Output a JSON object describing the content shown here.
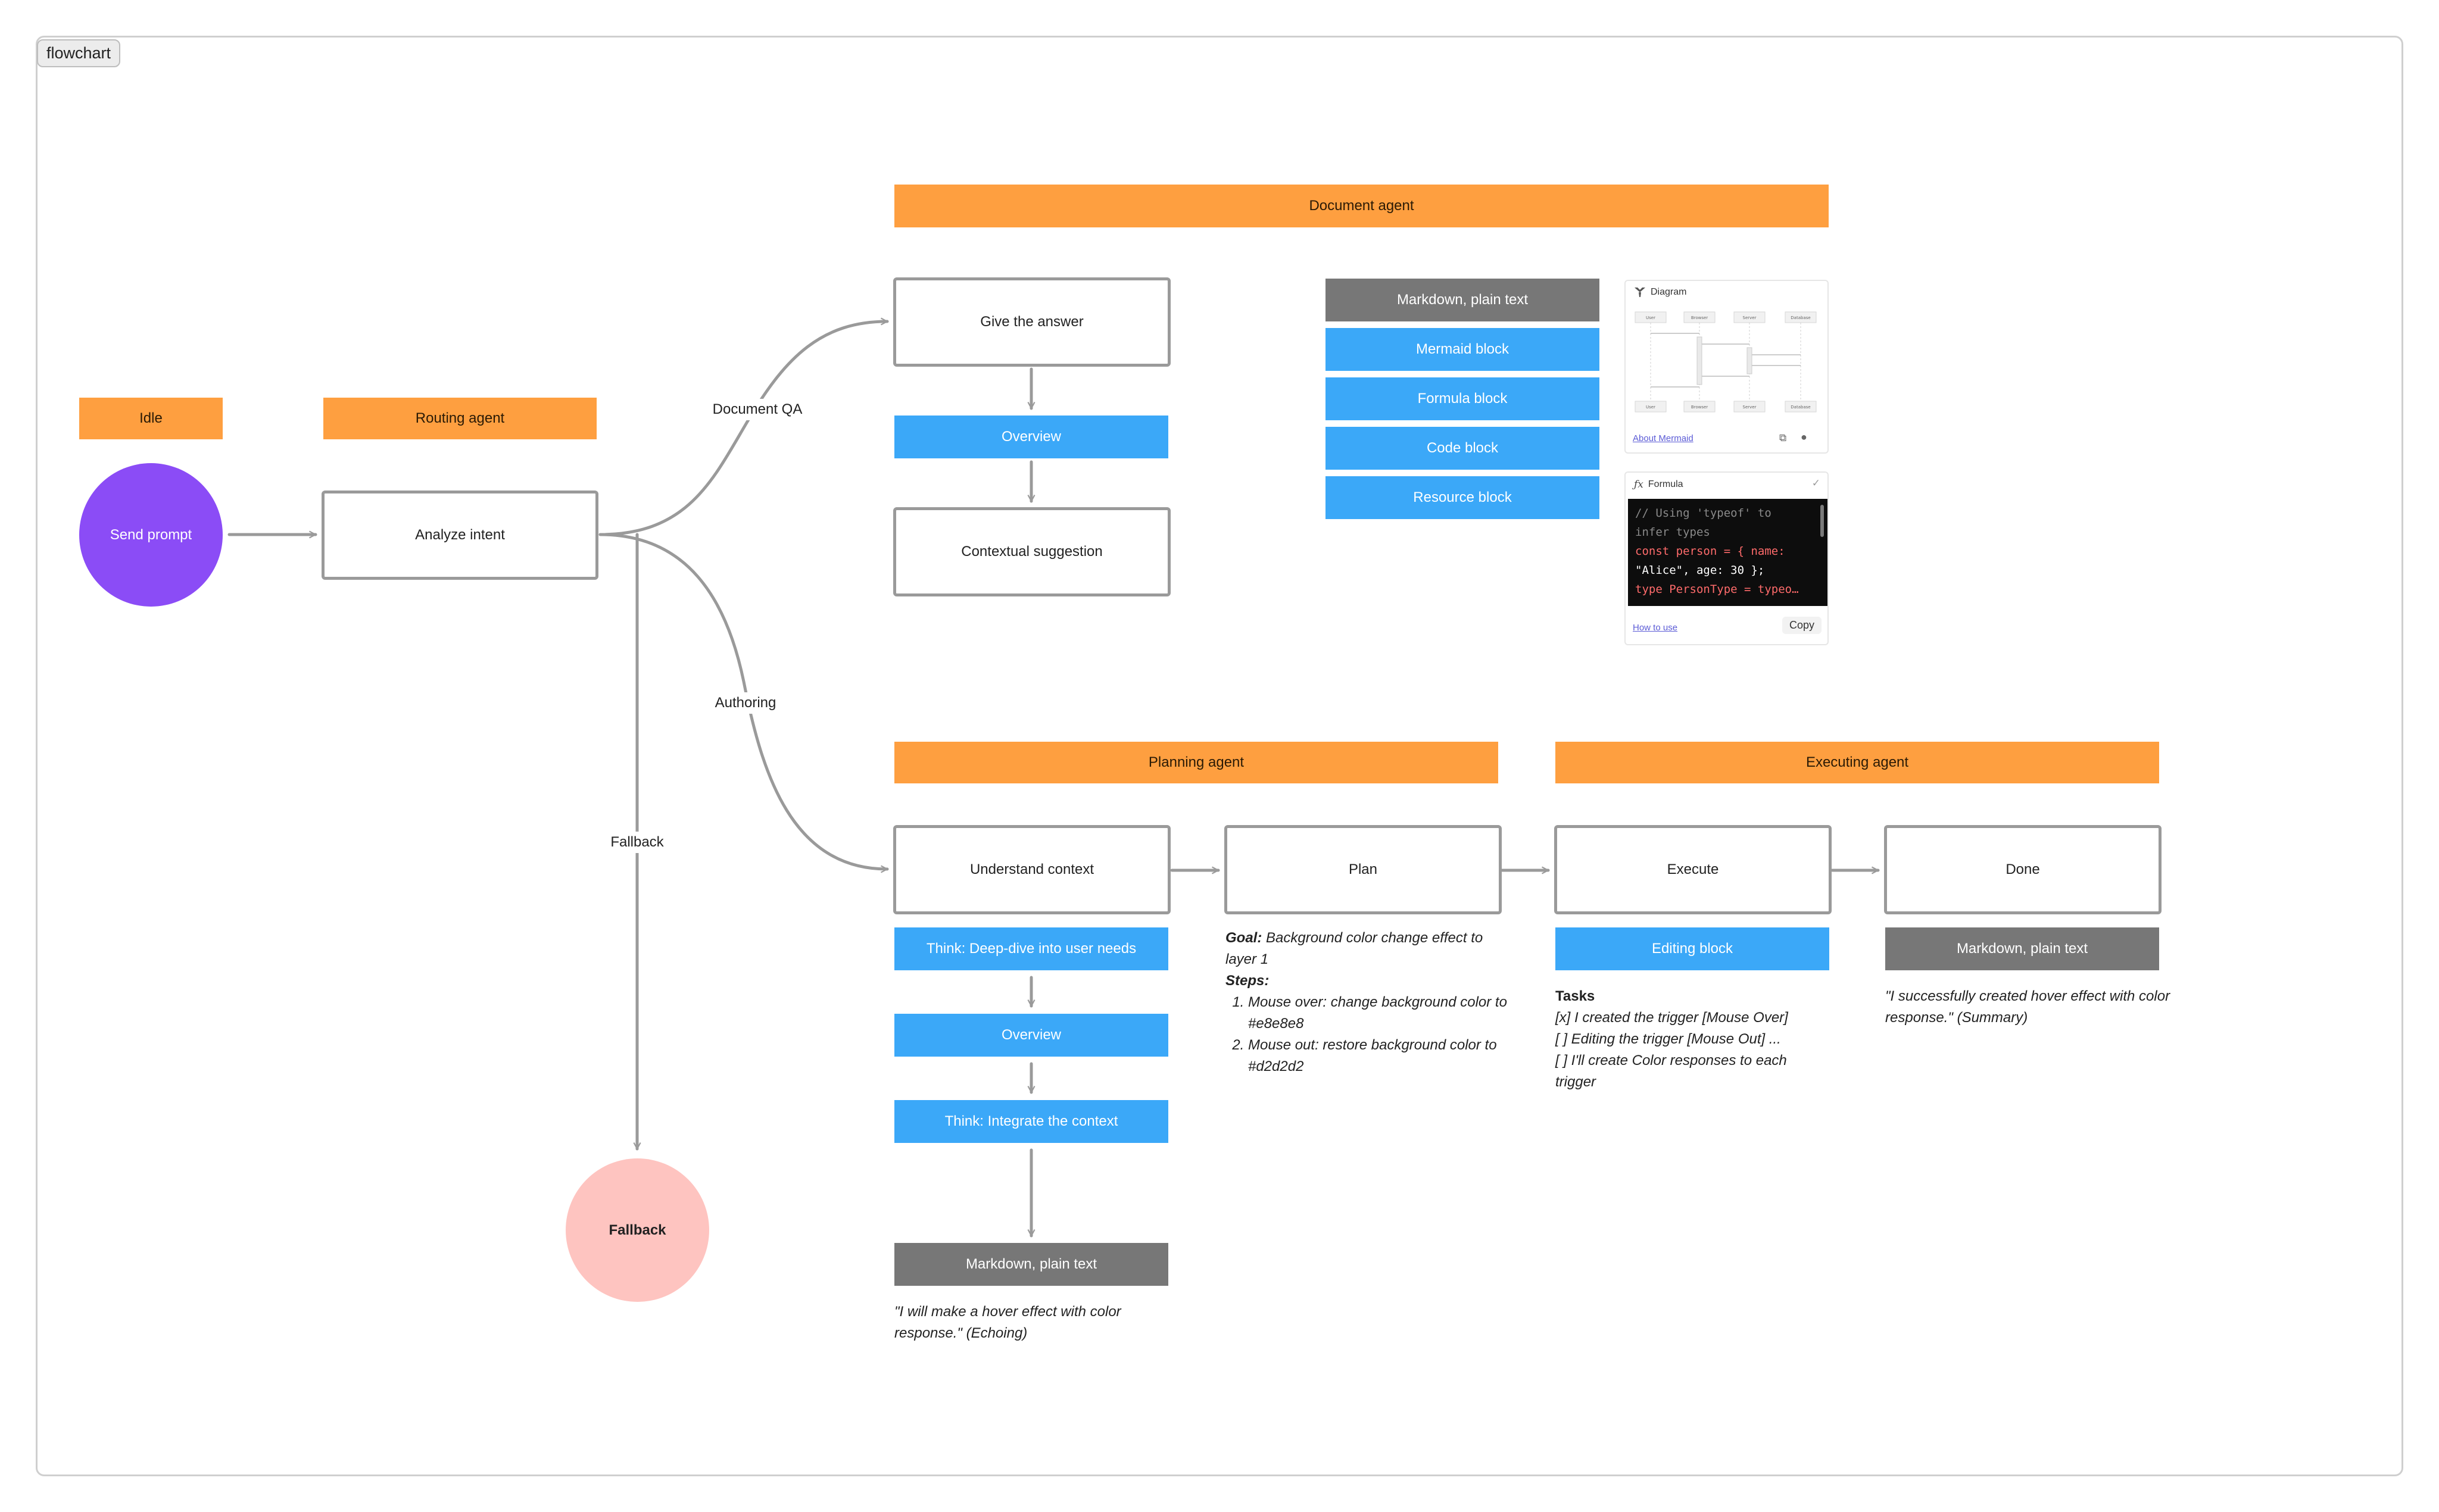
{
  "frame": {
    "tag": "flowchart"
  },
  "stages": {
    "idle": "Idle",
    "routing_agent": "Routing agent",
    "document_agent": "Document agent",
    "planning_agent": "Planning agent",
    "executing_agent": "Executing agent"
  },
  "nodes": {
    "send_prompt": "Send prompt",
    "analyze_intent": "Analyze intent",
    "fallback": "Fallback",
    "give_answer": "Give the answer",
    "overview_doc": "Overview",
    "contextual_suggestion": "Contextual suggestion",
    "understand_context": "Understand context",
    "think_deep_dive": "Think: Deep-dive into user needs",
    "overview_plan": "Overview",
    "think_integrate": "Think: Integrate the context",
    "markdown_plan": "Markdown, plain text",
    "plan": "Plan",
    "execute": "Execute",
    "editing_block": "Editing block",
    "done": "Done",
    "markdown_done": "Markdown, plain text"
  },
  "edge_labels": {
    "document_qa": "Document QA",
    "authoring": "Authoring",
    "fallback": "Fallback"
  },
  "output_blocks": {
    "markdown": "Markdown, plain text",
    "mermaid": "Mermaid block",
    "formula": "Formula block",
    "code": "Code block",
    "resource": "Resource block"
  },
  "diagram_card": {
    "title": "Diagram",
    "link": "About Mermaid",
    "actors": [
      "User",
      "Browser",
      "Server",
      "Database"
    ]
  },
  "formula_card": {
    "title": "Formula",
    "code_lines": [
      "// Using 'typeof' to",
      "infer types",
      "const person = { name:",
      "\"Alice\", age: 30 };",
      "type PersonType = typeo…"
    ],
    "link": "How to use",
    "copy": "Copy"
  },
  "notes": {
    "planning_echo": "\"I will make a hover effect with color response.\" (Echoing)",
    "plan_goal_label": "Goal:",
    "plan_goal": "Background color change effect to layer 1",
    "plan_steps_label": "Steps:",
    "plan_step_1": "Mouse over: change background color to #e8e8e8",
    "plan_step_2": "Mouse out: restore background color to #d2d2d2",
    "tasks_label": "Tasks",
    "task_1": "[x] I created the trigger [Mouse Over]",
    "task_2": "[ ] Editing the trigger [Mouse Out] ...",
    "task_3": "[ ] I'll create Color responses to each trigger",
    "done_summary": "\"I successfully created hover effect with color response.\" (Summary)"
  },
  "colors": {
    "stage_orange": "#fe9f40",
    "block_blue": "#3ba8f8",
    "block_gray": "#777777",
    "start_purple": "#8b4cf6",
    "fallback_pink": "#fec4c0",
    "connector_gray": "#9a9a9a"
  }
}
